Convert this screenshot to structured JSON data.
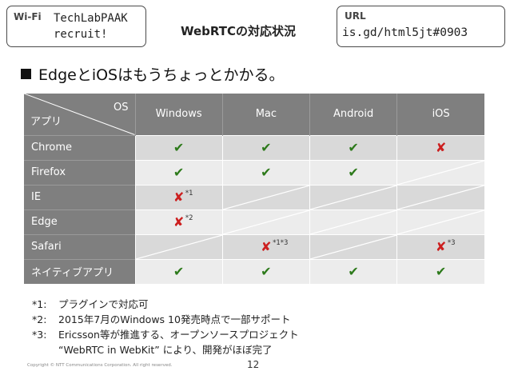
{
  "wifi": {
    "tag": "Wi-Fi",
    "line1": "TechLabPAAK",
    "line2": "recruit!"
  },
  "url": {
    "tag": "URL",
    "value": "is.gd/html5jt#0903"
  },
  "title": "WebRTCの対応状況",
  "bullet": "EdgeとiOSはもうちょっとかかる。",
  "table": {
    "corner_top": "OS",
    "corner_bottom": "アプリ",
    "columns": [
      "Windows",
      "Mac",
      "Android",
      "iOS"
    ],
    "rows": [
      {
        "name": "Chrome",
        "cells": [
          {
            "mark": "ok",
            "note": ""
          },
          {
            "mark": "ok",
            "note": ""
          },
          {
            "mark": "ok",
            "note": ""
          },
          {
            "mark": "ng",
            "note": ""
          }
        ]
      },
      {
        "name": "Firefox",
        "cells": [
          {
            "mark": "ok",
            "note": ""
          },
          {
            "mark": "ok",
            "note": ""
          },
          {
            "mark": "ok",
            "note": ""
          },
          {
            "mark": "na",
            "note": ""
          }
        ]
      },
      {
        "name": "IE",
        "cells": [
          {
            "mark": "ng",
            "note": "*1"
          },
          {
            "mark": "na",
            "note": ""
          },
          {
            "mark": "na",
            "note": ""
          },
          {
            "mark": "na",
            "note": ""
          }
        ]
      },
      {
        "name": "Edge",
        "cells": [
          {
            "mark": "ng",
            "note": "*2"
          },
          {
            "mark": "na",
            "note": ""
          },
          {
            "mark": "na",
            "note": ""
          },
          {
            "mark": "na",
            "note": ""
          }
        ]
      },
      {
        "name": "Safari",
        "cells": [
          {
            "mark": "na",
            "note": ""
          },
          {
            "mark": "ng",
            "note": "*1*3"
          },
          {
            "mark": "na",
            "note": ""
          },
          {
            "mark": "ng",
            "note": "*3"
          }
        ]
      },
      {
        "name": "ネイティブアプリ",
        "cells": [
          {
            "mark": "ok",
            "note": ""
          },
          {
            "mark": "ok",
            "note": ""
          },
          {
            "mark": "ok",
            "note": ""
          },
          {
            "mark": "ok",
            "note": ""
          }
        ]
      }
    ]
  },
  "marks": {
    "ok": "✔",
    "ng": "✘"
  },
  "colors": {
    "ok": "#2d7a1b",
    "ng": "#cc1f1f",
    "header_bg": "#7f7f7f"
  },
  "notes": [
    {
      "key": "*1:",
      "text": "プラグインで対応可"
    },
    {
      "key": "*2:",
      "text": "2015年7月のWindows 10発売時点で一部サポート"
    },
    {
      "key": "*3:",
      "text": "Ericsson等が推進する、オープンソースプロジェクト\n“WebRTC in WebKit” により、開発がほぼ完了"
    }
  ],
  "copyright": "Copyright © NTT Communications Corporation. All right reserved.",
  "page_number": "12"
}
